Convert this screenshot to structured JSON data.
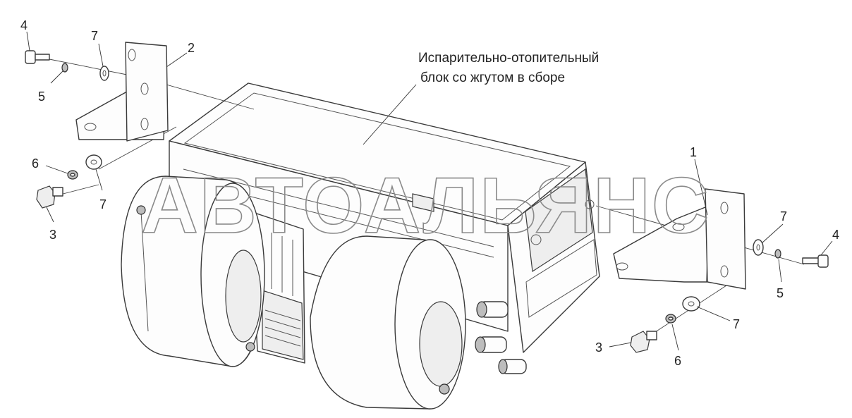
{
  "diagram": {
    "caption_line1": "Испарительно-отопительный",
    "caption_line2": "блок со жгутом в сборе",
    "watermark": "АВТОАЛЬЯНС",
    "callouts": {
      "left_bolt": "4",
      "left_spring_washer": "5",
      "left_flat_washer_top": "7",
      "left_bracket": "2",
      "left_lock_washer": "6",
      "left_flat_washer_bottom": "7",
      "left_screw": "3",
      "right_bracket": "1",
      "right_flat_washer_top": "7",
      "right_bolt": "4",
      "right_spring_washer": "5",
      "right_flat_washer_bottom": "7",
      "right_screw": "3",
      "right_lock_washer": "6"
    }
  }
}
